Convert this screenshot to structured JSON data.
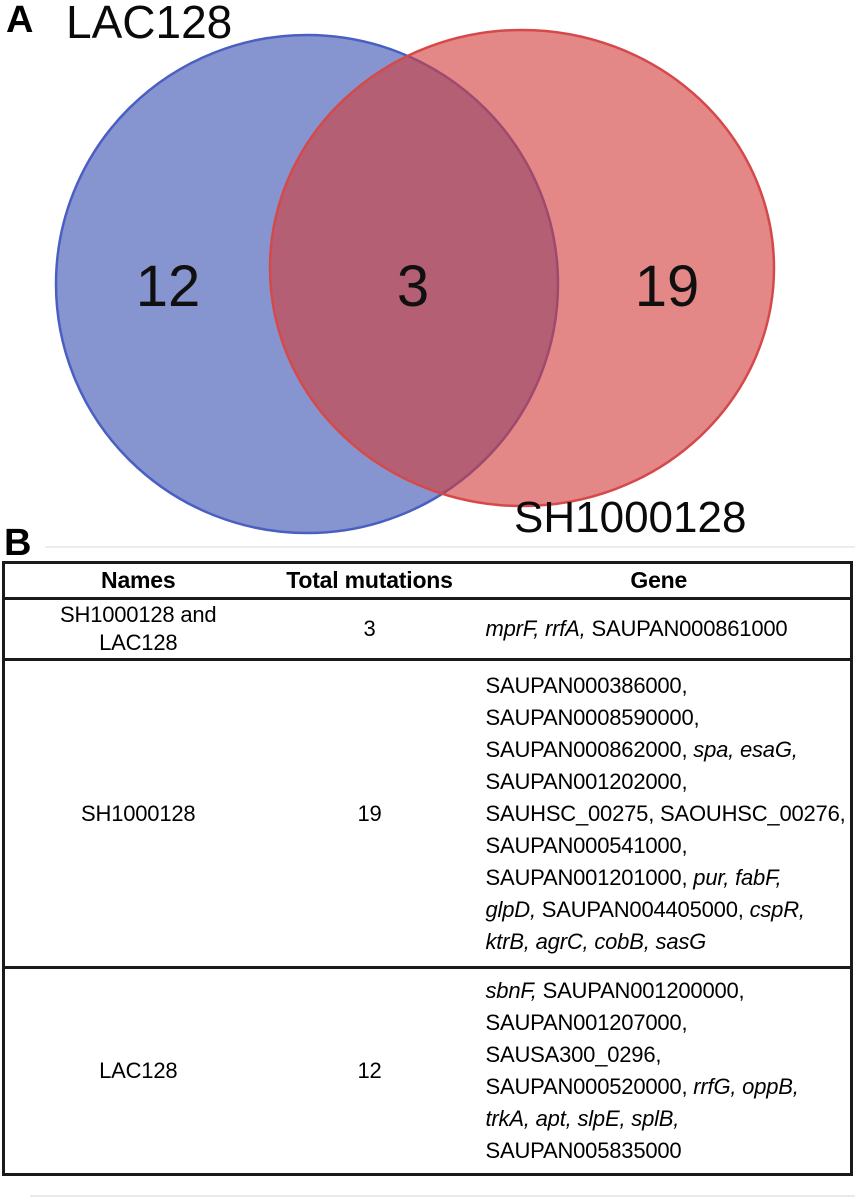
{
  "chart_data": [
    {
      "type": "venn",
      "title": "",
      "sets": [
        {
          "label": "LAC128",
          "unique_count": 12,
          "color": "#8d9bd3"
        },
        {
          "label": "SH1000128",
          "unique_count": 19,
          "color": "#e8908f"
        }
      ],
      "intersection_count": 3,
      "intersection_color": "#aa5f7d"
    },
    {
      "type": "table",
      "columns": [
        "Names",
        "Total mutations",
        "Gene"
      ],
      "rows": [
        [
          "SH1000128 and LAC128",
          3,
          "mprF, rrfA, SAUPAN000861000"
        ],
        [
          "SH1000128",
          19,
          "SAUPAN000386000, SAUPAN0008590000, SAUPAN000862000, spa, esaG, SAUPAN001202000, SAUHSC_00275, SAOUHSC_00276, SAUPAN000541000, SAUPAN001201000, pur, fabF, glpD, SAUPAN004405000, cspR, ktrB, agrC, cobB, sasG"
        ],
        [
          "LAC128",
          12,
          "sbnF, SAUPAN001200000, SAUPAN001207000, SAUSA300_0296, SAUPAN000520000, rrfG, oppB, trkA, apt, slpE, splB, SAUPAN005835000"
        ]
      ]
    }
  ],
  "figure": {
    "panels": {
      "a": "A",
      "b": "B"
    },
    "venn": {
      "left": {
        "label": "LAC128",
        "count": "12",
        "fill": "#3C54B2",
        "stroke": "#4a5fc1"
      },
      "right": {
        "label": "SH1000128",
        "count": "19",
        "fill": "#D23E3E",
        "stroke": "#d6494a"
      },
      "overlap": {
        "count": "3"
      }
    },
    "table": {
      "headers": [
        "Names",
        "Total mutations",
        "Gene"
      ],
      "rows": [
        {
          "name": "SH1000128 and LAC128",
          "total": "3",
          "gene_lines": [
            [
              {
                "t": "mprF, rrfA,",
                "i": true
              },
              {
                "t": " SAUPAN000861000",
                "i": false
              }
            ]
          ]
        },
        {
          "name": "SH1000128",
          "total": "19",
          "gene_lines": [
            [
              {
                "t": "SAUPAN000386000,",
                "i": false
              }
            ],
            [
              {
                "t": "SAUPAN0008590000,",
                "i": false
              }
            ],
            [
              {
                "t": "SAUPAN000862000, ",
                "i": false
              },
              {
                "t": "spa, esaG,",
                "i": true
              }
            ],
            [
              {
                "t": "SAUPAN001202000,",
                "i": false
              }
            ],
            [
              {
                "t": "SAUHSC_00275, SAOUHSC_00276,",
                "i": false
              }
            ],
            [
              {
                "t": "SAUPAN000541000,",
                "i": false
              }
            ],
            [
              {
                "t": "SAUPAN001201000, ",
                "i": false
              },
              {
                "t": "pur, fabF,",
                "i": true
              }
            ],
            [
              {
                "t": "glpD,",
                "i": true
              },
              {
                "t": " SAUPAN004405000, ",
                "i": false
              },
              {
                "t": "cspR,",
                "i": true
              }
            ],
            [
              {
                "t": "ktrB, agrC, cobB, sasG",
                "i": true
              }
            ]
          ]
        },
        {
          "name": "LAC128",
          "total": "12",
          "gene_lines": [
            [
              {
                "t": "sbnF,",
                "i": true
              },
              {
                "t": " SAUPAN001200000,",
                "i": false
              }
            ],
            [
              {
                "t": "SAUPAN001207000,",
                "i": false
              }
            ],
            [
              {
                "t": "SAUSA300_0296,",
                "i": false
              }
            ],
            [
              {
                "t": "SAUPAN000520000, ",
                "i": false
              },
              {
                "t": "rrfG, oppB,",
                "i": true
              }
            ],
            [
              {
                "t": "trkA, apt, slpE, splB,",
                "i": true
              }
            ],
            [
              {
                "t": "SAUPAN005835000",
                "i": false
              }
            ]
          ]
        }
      ]
    }
  }
}
